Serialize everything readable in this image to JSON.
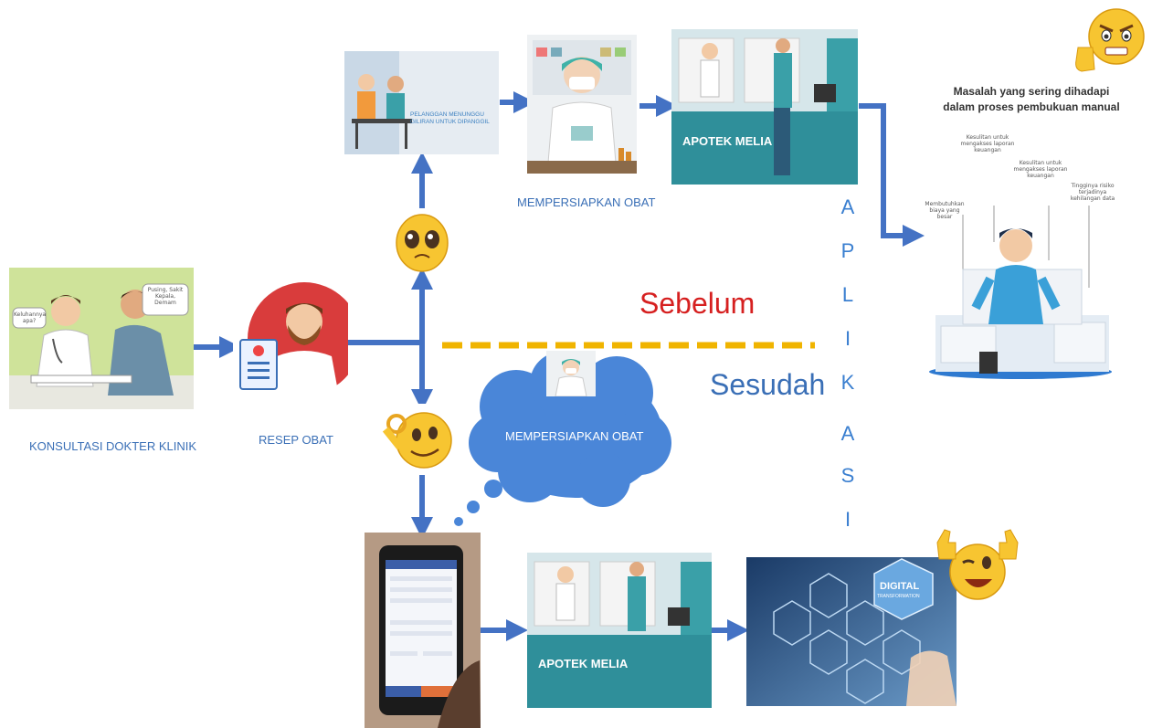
{
  "labels": {
    "konsultasi": "KONSULTASI DOKTER KLINIK",
    "resep": "RESEP OBAT",
    "mempersiapkan_top": "MEMPERSIAPKAN OBAT",
    "mempersiapkan_cloud": "MEMPERSIAPKAN OBAT",
    "sebelum": "Sebelum",
    "sesudah": "Sesudah",
    "aplikasi_letters": [
      "A",
      "P",
      "L",
      "I",
      "K",
      "A",
      "S",
      "I"
    ]
  },
  "images": {
    "waiting_caption": "PELANGGAN MENUNGGU GILIRAN UNTUK DIPANGGIL",
    "apotek_top": "APOTEK MELIA",
    "apotek_bottom": "APOTEK MELIA",
    "digital_title": "DIGITAL",
    "digital_sub": "TRANSFORMATION",
    "bubble_doctor": "Keluhannya apa?",
    "bubble_patient": "Pusing, Sakit Kepala, Demam"
  },
  "infographic": {
    "title_line1": "Masalah yang sering dihadapi",
    "title_line2": "dalam proses pembukuan manual",
    "note1": "Kesulitan untuk mengakses laporan keuangan",
    "note2": "Kesulitan untuk mengakses laporan keuangan",
    "note3": "Membutuhkan biaya yang besar",
    "note4": "Tingginya risiko terjadinya kehilangan data"
  },
  "colors": {
    "arrow": "#4472c4",
    "label_blue": "#3a6fb6",
    "sebelum": "#d62020",
    "divider": "#f0b400",
    "cloud": "#4a86d8"
  }
}
